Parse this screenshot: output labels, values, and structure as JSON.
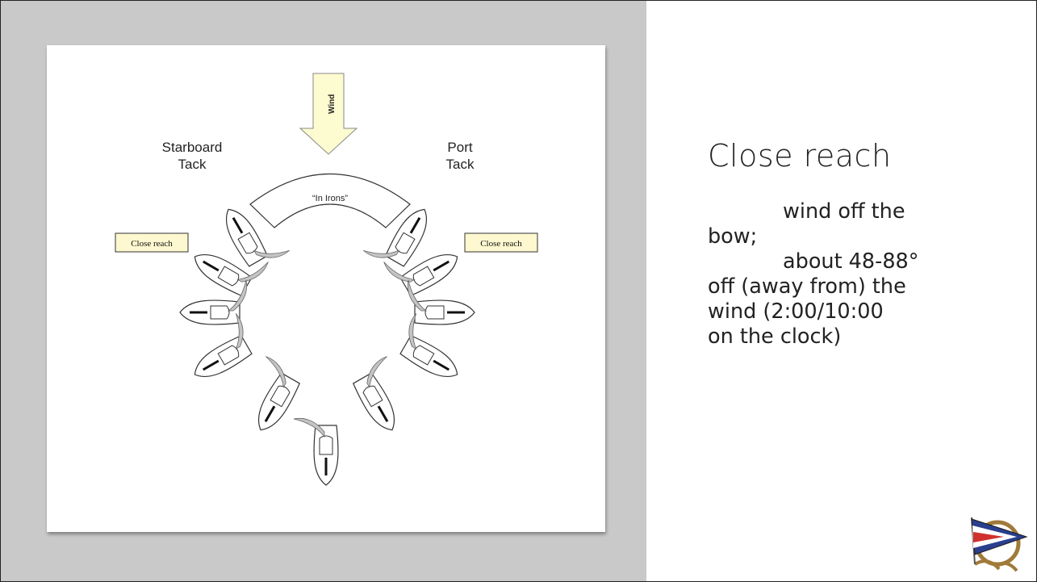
{
  "slide": {
    "title": "Close reach",
    "lines": [
      "wind off the",
      "bow;",
      "about 48-88°",
      "off (away from) the",
      "wind (2:00/10:00",
      "on the clock)"
    ]
  },
  "diagram": {
    "wind_label": "Wind",
    "starboard_line1": "Starboard",
    "starboard_line2": "Tack",
    "port_line1": "Port",
    "port_line2": "Tack",
    "in_irons_label": "“In Irons”",
    "close_reach_left": "Close reach",
    "close_reach_right": "Close reach"
  },
  "colors": {
    "panel_bg": "#c9c9c9",
    "wind_arrow_fill": "#fdfbd0",
    "label_box_fill": "#fdf8cf",
    "sail_fill": "#bdbdbd",
    "logo_flag_red": "#d0312d",
    "logo_flag_blue": "#2a3f8f",
    "logo_rope": "#a07a3a"
  },
  "logo": {
    "icon": "yacht-club-burgee-logo"
  }
}
